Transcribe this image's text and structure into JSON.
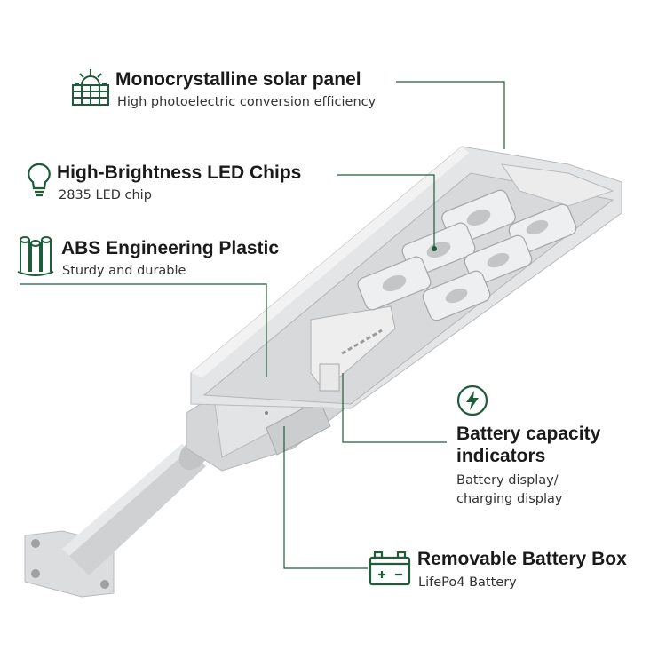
{
  "features": {
    "solar": {
      "title": "Monocrystalline solar panel",
      "subtitle": "High photoelectric conversion efficiency",
      "icon": "solar-panel-icon"
    },
    "led": {
      "title": "High-Brightness LED Chips",
      "subtitle": "2835 LED chip",
      "icon": "light-bulb-icon"
    },
    "abs": {
      "title": "ABS Engineering Plastic",
      "subtitle": "Sturdy and durable",
      "icon": "plastic-rolls-icon"
    },
    "battery_indicator": {
      "title_line1": "Battery capacity",
      "title_line2": "indicators",
      "subtitle_line1": "Battery display/",
      "subtitle_line2": "charging display",
      "icon": "lightning-bolt-icon"
    },
    "battery_box": {
      "title": "Removable Battery Box",
      "subtitle": "LifePo4 Battery",
      "icon": "battery-icon"
    }
  },
  "colors": {
    "accent": "#1f5c3a",
    "text": "#1a1a1a",
    "subtext": "#333333",
    "product": "#d9dadb"
  }
}
